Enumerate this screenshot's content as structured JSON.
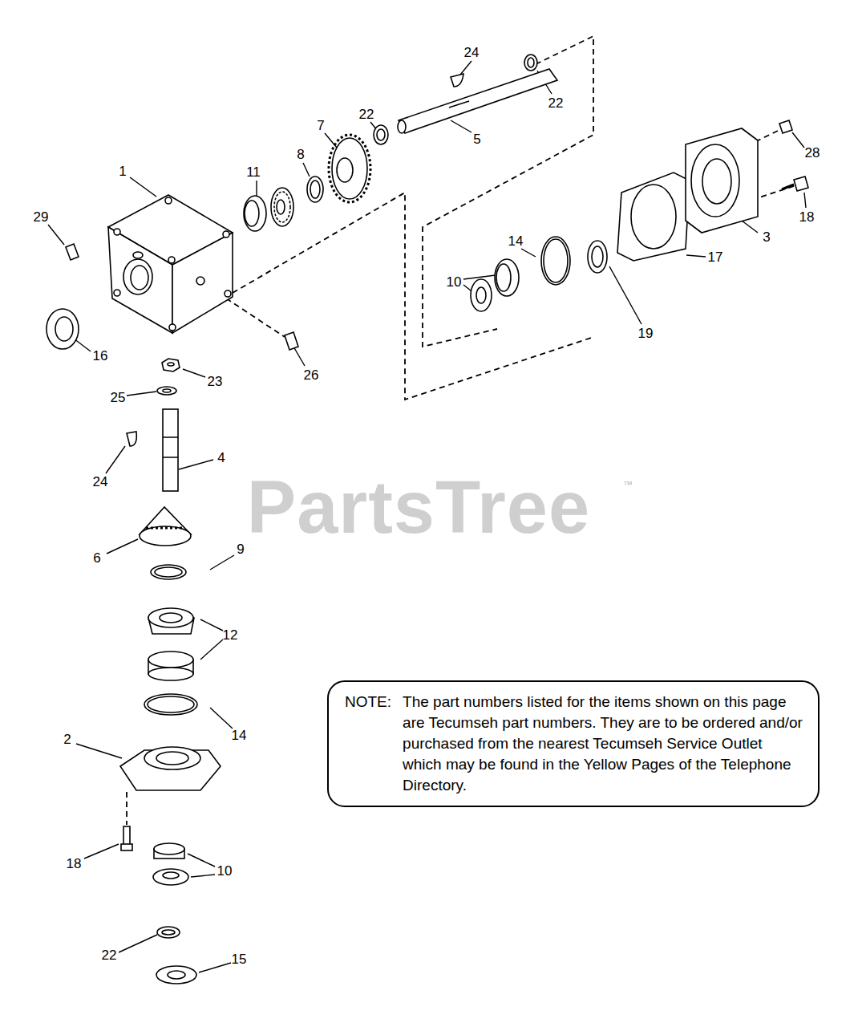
{
  "diagram": {
    "nodes": [
      {
        "text": [
          "NOTE:",
          "The part numbers listed for the items shown on this page are Tecumseh part numbers. They are to be ordered and/or purchased from the nearest Tecumseh Service Outlet which may be found in the Yellow Pages of the Telephone Directory."
        ]
      }
    ],
    "labels": [
      "24",
      "22",
      "22",
      "7",
      "5",
      "28",
      "1",
      "8",
      "11",
      "29",
      "18",
      "3",
      "14",
      "17",
      "10",
      "19",
      "16",
      "26",
      "23",
      "25",
      "4",
      "24",
      "PartsTree",
      "™",
      "6",
      "9",
      "12",
      "14",
      "2",
      "18",
      "10",
      "22",
      "15"
    ]
  }
}
